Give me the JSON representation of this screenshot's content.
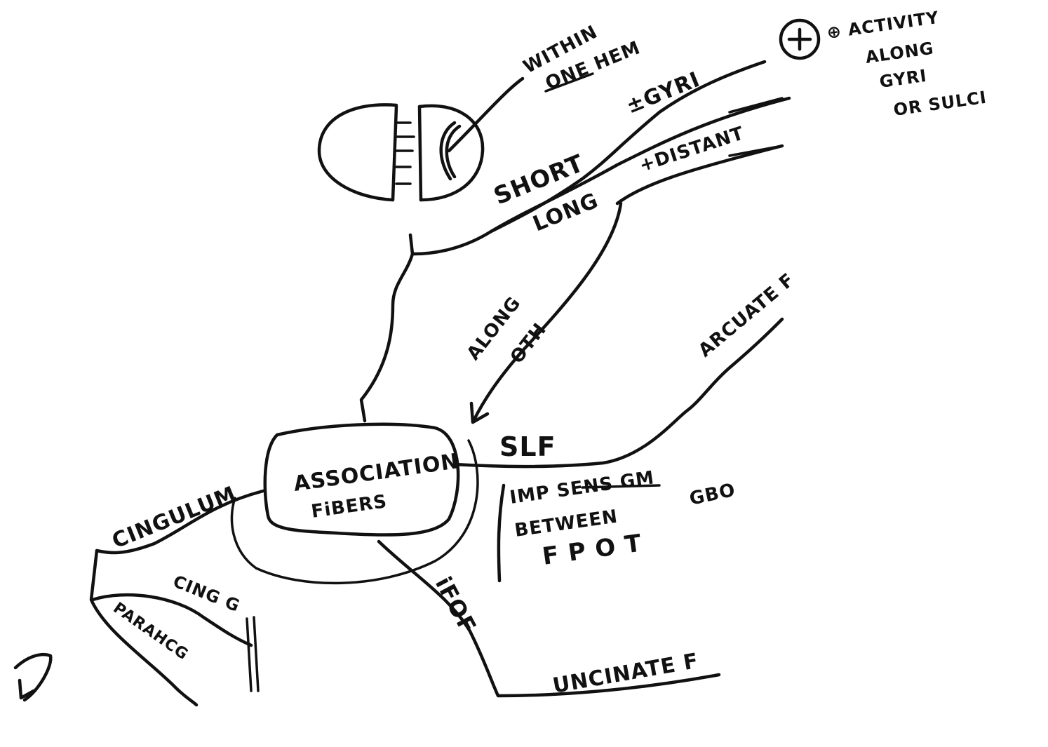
{
  "center": {
    "line1": "ASSOCIATION",
    "line2": "FiBERS"
  },
  "branches": {
    "short": "SHORT",
    "short_note": "±GYRI",
    "long": "LONG",
    "long_note": "+DISTANT",
    "within_hem_1": "WITHIN",
    "within_hem_2": "ONE HEM",
    "activity_1": "⊕ ACTIVITY",
    "activity_2": "ALONG",
    "activity_3": "GYRI",
    "activity_4": "OR SULCI",
    "along_1": "ALONG",
    "along_2": "OTH",
    "slf": "SLF",
    "arcuate": "ARCUATE F",
    "slf_note_1": "IMP SENS GM",
    "slf_note_2": "BETWEEN",
    "slf_note_3": "F P O T",
    "slf_note_4": "GBO",
    "ifof": "iFOF",
    "uncinate": "UNCINATE F",
    "cingulum": "CINGULUM",
    "cingulum_branch_1": "CING G",
    "cingulum_branch_2": "PARAHCG"
  },
  "colors": {
    "ink": "#111111",
    "paper": "#ffffff"
  }
}
